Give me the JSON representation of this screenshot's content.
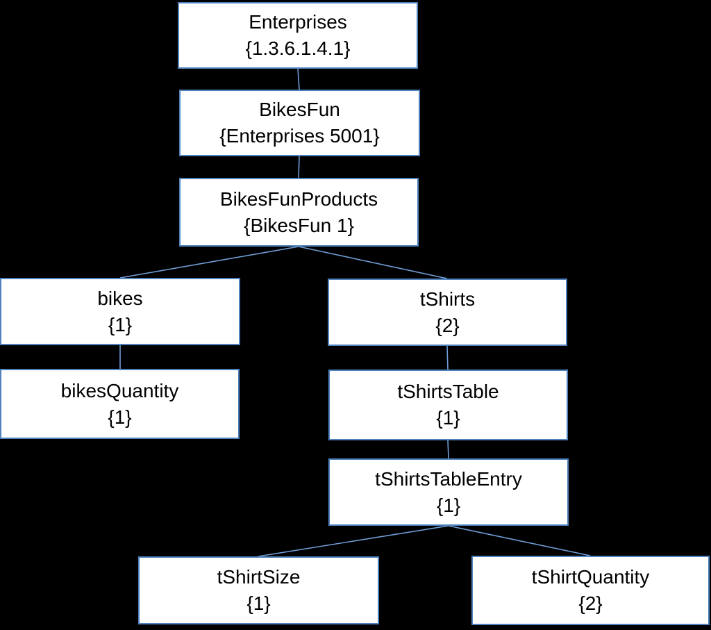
{
  "diagram": {
    "type": "tree",
    "background": "#000000",
    "colors": {
      "node_fill": "#ffffff",
      "node_border": "#4f81bd",
      "connector": "#6f9ed6",
      "text": "#000000"
    },
    "nodes": [
      {
        "id": "enterprises",
        "label": "Enterprises",
        "oid": "{1.3.6.1.4.1}"
      },
      {
        "id": "bikesFun",
        "label": "BikesFun",
        "oid": "{Enterprises 5001}"
      },
      {
        "id": "bikesFunProducts",
        "label": "BikesFunProducts",
        "oid": "{BikesFun 1}"
      },
      {
        "id": "bikes",
        "label": "bikes",
        "oid": "{1}"
      },
      {
        "id": "tShirts",
        "label": "tShirts",
        "oid": "{2}"
      },
      {
        "id": "bikesQuantity",
        "label": "bikesQuantity",
        "oid": "{1}"
      },
      {
        "id": "tShirtsTable",
        "label": "tShirtsTable",
        "oid": "{1}"
      },
      {
        "id": "tShirtsTableEntry",
        "label": "tShirtsTableEntry",
        "oid": "{1}"
      },
      {
        "id": "tShirtSize",
        "label": "tShirtSize",
        "oid": "{1}"
      },
      {
        "id": "tShirtQuantity",
        "label": "tShirtQuantity",
        "oid": "{2}"
      }
    ],
    "edges": [
      {
        "from": "enterprises",
        "to": "bikesFun"
      },
      {
        "from": "bikesFun",
        "to": "bikesFunProducts"
      },
      {
        "from": "bikesFunProducts",
        "to": "bikes"
      },
      {
        "from": "bikesFunProducts",
        "to": "tShirts"
      },
      {
        "from": "bikes",
        "to": "bikesQuantity"
      },
      {
        "from": "tShirts",
        "to": "tShirtsTable"
      },
      {
        "from": "tShirtsTable",
        "to": "tShirtsTableEntry"
      },
      {
        "from": "tShirtsTableEntry",
        "to": "tShirtSize"
      },
      {
        "from": "tShirtsTableEntry",
        "to": "tShirtQuantity"
      }
    ]
  }
}
